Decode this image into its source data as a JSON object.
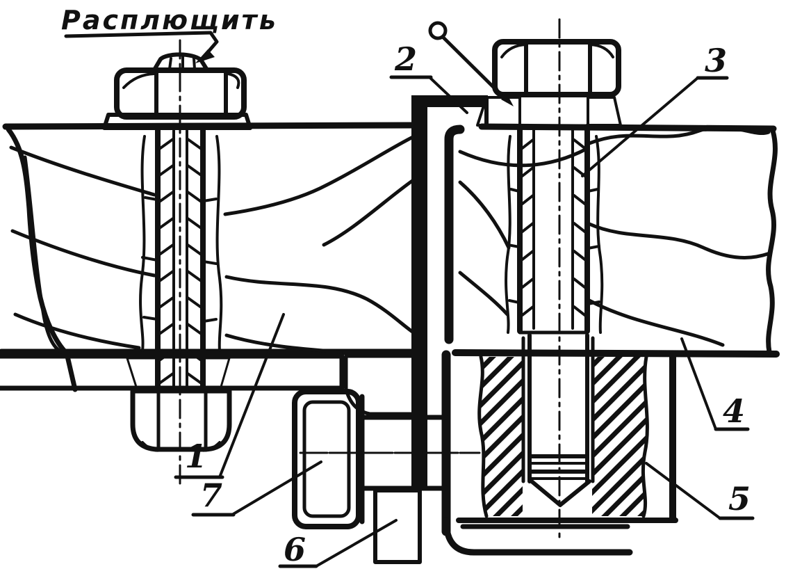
{
  "annotation": {
    "label": "Расплющить"
  },
  "callouts": [
    {
      "label": "1"
    },
    {
      "label": "2"
    },
    {
      "label": "3"
    },
    {
      "label": "4"
    },
    {
      "label": "5"
    },
    {
      "label": "6"
    },
    {
      "label": "7"
    }
  ],
  "colors": {
    "ink": "#111111",
    "paper": "#ffffff"
  }
}
